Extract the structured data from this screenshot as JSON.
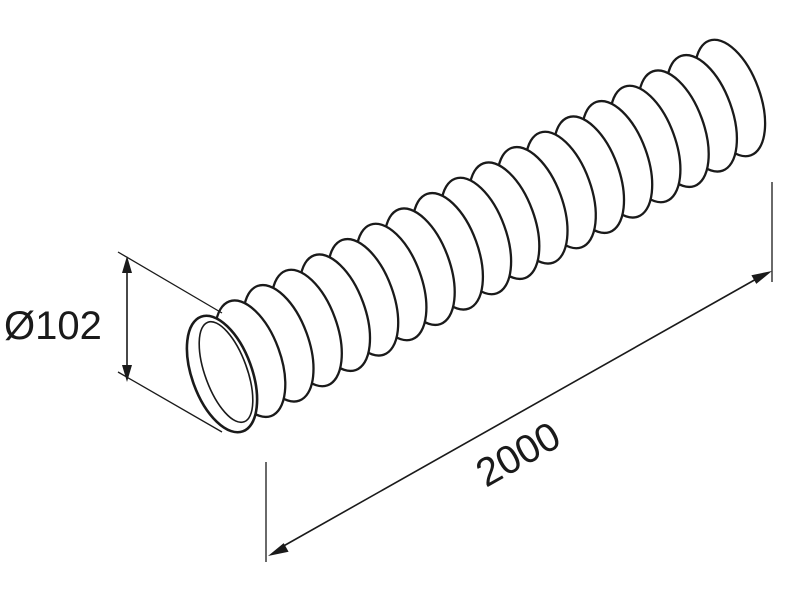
{
  "figure": {
    "diameter_label": "Ø102",
    "length_label": "2000",
    "ring_count": 19
  },
  "colors": {
    "line": "#1a1a1a",
    "background": "#ffffff"
  }
}
